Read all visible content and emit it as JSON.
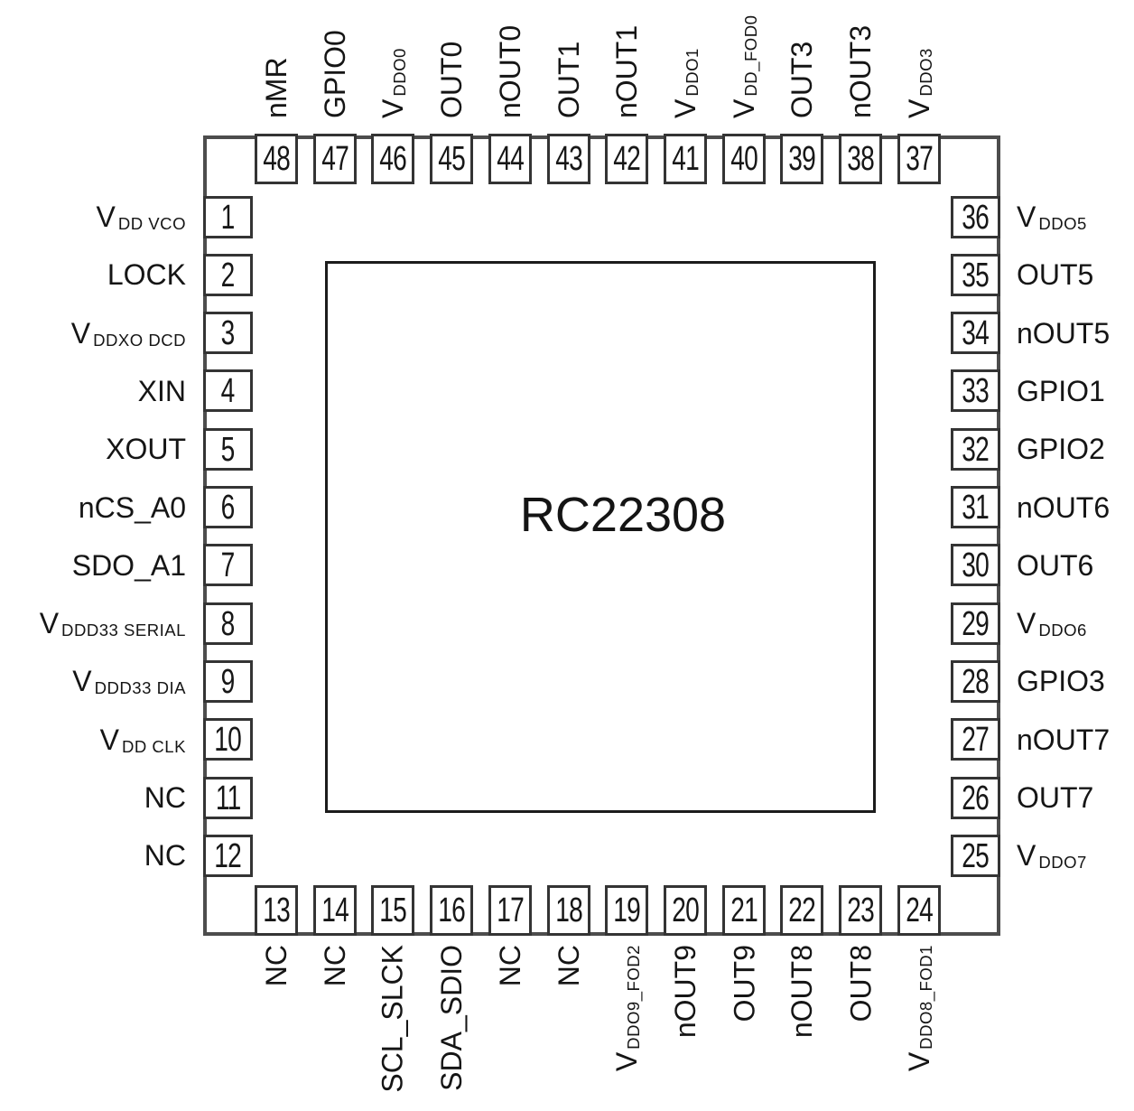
{
  "chip": {
    "name": "RC22308"
  },
  "colors": {
    "background": "#ffffff",
    "package_border": "#4d4d4d",
    "pin_box_border": "#343434",
    "die_border": "#1c1c1c",
    "text": "#151515"
  },
  "pins": {
    "top": [
      {
        "num": "48",
        "main": "nMR",
        "sub": ""
      },
      {
        "num": "47",
        "main": "GPIO0",
        "sub": ""
      },
      {
        "num": "46",
        "main": "V",
        "sub": "DDO0"
      },
      {
        "num": "45",
        "main": "OUT0",
        "sub": ""
      },
      {
        "num": "44",
        "main": "nOUT0",
        "sub": ""
      },
      {
        "num": "43",
        "main": "OUT1",
        "sub": ""
      },
      {
        "num": "42",
        "main": "nOUT1",
        "sub": ""
      },
      {
        "num": "41",
        "main": "V",
        "sub": "DDO1"
      },
      {
        "num": "40",
        "main": "V",
        "sub": "DD_FOD0"
      },
      {
        "num": "39",
        "main": "OUT3",
        "sub": ""
      },
      {
        "num": "38",
        "main": "nOUT3",
        "sub": ""
      },
      {
        "num": "37",
        "main": "V",
        "sub": "DDO3"
      }
    ],
    "left": [
      {
        "num": "1",
        "main": "V",
        "sub": "DD VCO"
      },
      {
        "num": "2",
        "main": "LOCK",
        "sub": ""
      },
      {
        "num": "3",
        "main": "V",
        "sub": "DDXO DCD"
      },
      {
        "num": "4",
        "main": "XIN",
        "sub": ""
      },
      {
        "num": "5",
        "main": "XOUT",
        "sub": ""
      },
      {
        "num": "6",
        "main": "nCS_A0",
        "sub": ""
      },
      {
        "num": "7",
        "main": "SDO_A1",
        "sub": ""
      },
      {
        "num": "8",
        "main": "V",
        "sub": "DDD33 SERIAL"
      },
      {
        "num": "9",
        "main": "V",
        "sub": "DDD33 DIA"
      },
      {
        "num": "10",
        "main": "V",
        "sub": "DD CLK"
      },
      {
        "num": "11",
        "main": "NC",
        "sub": ""
      },
      {
        "num": "12",
        "main": "NC",
        "sub": ""
      }
    ],
    "right": [
      {
        "num": "36",
        "main": "V",
        "sub": "DDO5"
      },
      {
        "num": "35",
        "main": "OUT5",
        "sub": ""
      },
      {
        "num": "34",
        "main": "nOUT5",
        "sub": ""
      },
      {
        "num": "33",
        "main": "GPIO1",
        "sub": ""
      },
      {
        "num": "32",
        "main": "GPIO2",
        "sub": ""
      },
      {
        "num": "31",
        "main": "nOUT6",
        "sub": ""
      },
      {
        "num": "30",
        "main": "OUT6",
        "sub": ""
      },
      {
        "num": "29",
        "main": "V",
        "sub": "DDO6"
      },
      {
        "num": "28",
        "main": "GPIO3",
        "sub": ""
      },
      {
        "num": "27",
        "main": "nOUT7",
        "sub": ""
      },
      {
        "num": "26",
        "main": "OUT7",
        "sub": ""
      },
      {
        "num": "25",
        "main": "V",
        "sub": "DDO7"
      }
    ],
    "bottom": [
      {
        "num": "13",
        "main": "NC",
        "sub": ""
      },
      {
        "num": "14",
        "main": "NC",
        "sub": ""
      },
      {
        "num": "15",
        "main": "SCL_SLCK",
        "sub": ""
      },
      {
        "num": "16",
        "main": "SDA_SDIO",
        "sub": ""
      },
      {
        "num": "17",
        "main": "NC",
        "sub": ""
      },
      {
        "num": "18",
        "main": "NC",
        "sub": ""
      },
      {
        "num": "19",
        "main": "V",
        "sub": "DDO9_FOD2"
      },
      {
        "num": "20",
        "main": "nOUT9",
        "sub": ""
      },
      {
        "num": "21",
        "main": "OUT9",
        "sub": ""
      },
      {
        "num": "22",
        "main": "nOUT8",
        "sub": ""
      },
      {
        "num": "23",
        "main": "OUT8",
        "sub": ""
      },
      {
        "num": "24",
        "main": "V",
        "sub": "DDO8_FOD1"
      }
    ]
  }
}
